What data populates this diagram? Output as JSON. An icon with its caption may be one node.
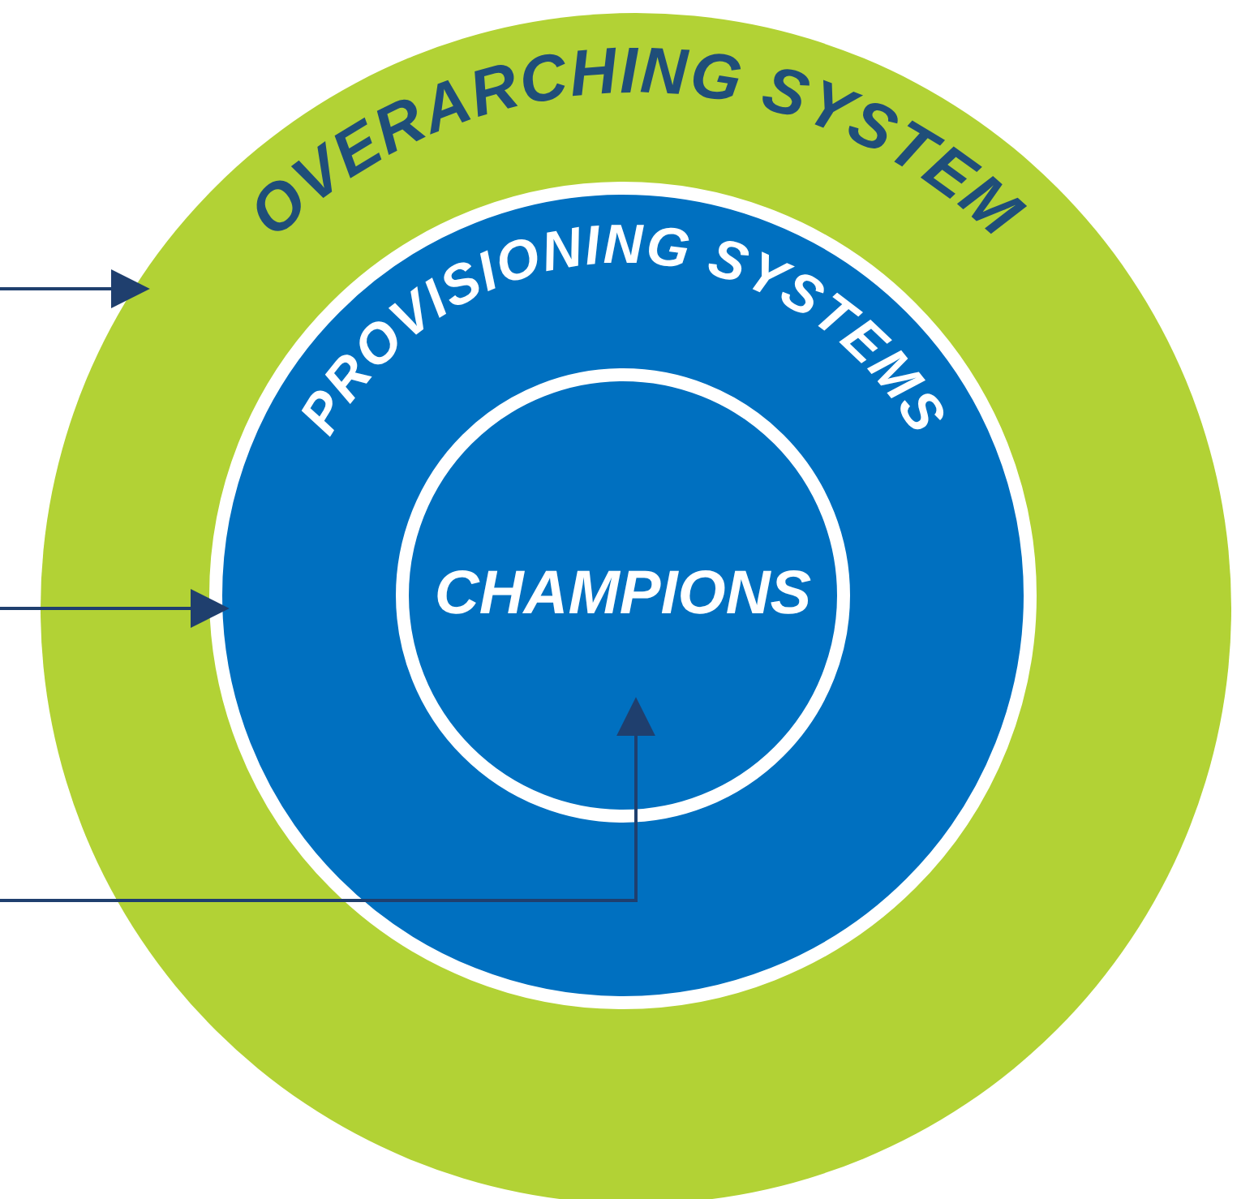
{
  "diagram": {
    "nodes": [
      {
        "text": [
          "OVERARCHING SYSTEM"
        ]
      },
      {
        "text": [
          "PROVISIONING SYSTEMS"
        ],
        "in": 0
      },
      {
        "text": [
          "CHAMPIONS"
        ],
        "in": 1
      }
    ],
    "edges": [
      {
        "from": null,
        "to": 0,
        "arrow": "to"
      },
      {
        "from": null,
        "to": 1,
        "arrow": "to"
      },
      {
        "from": null,
        "to": 2,
        "arrow": "to"
      }
    ]
  }
}
